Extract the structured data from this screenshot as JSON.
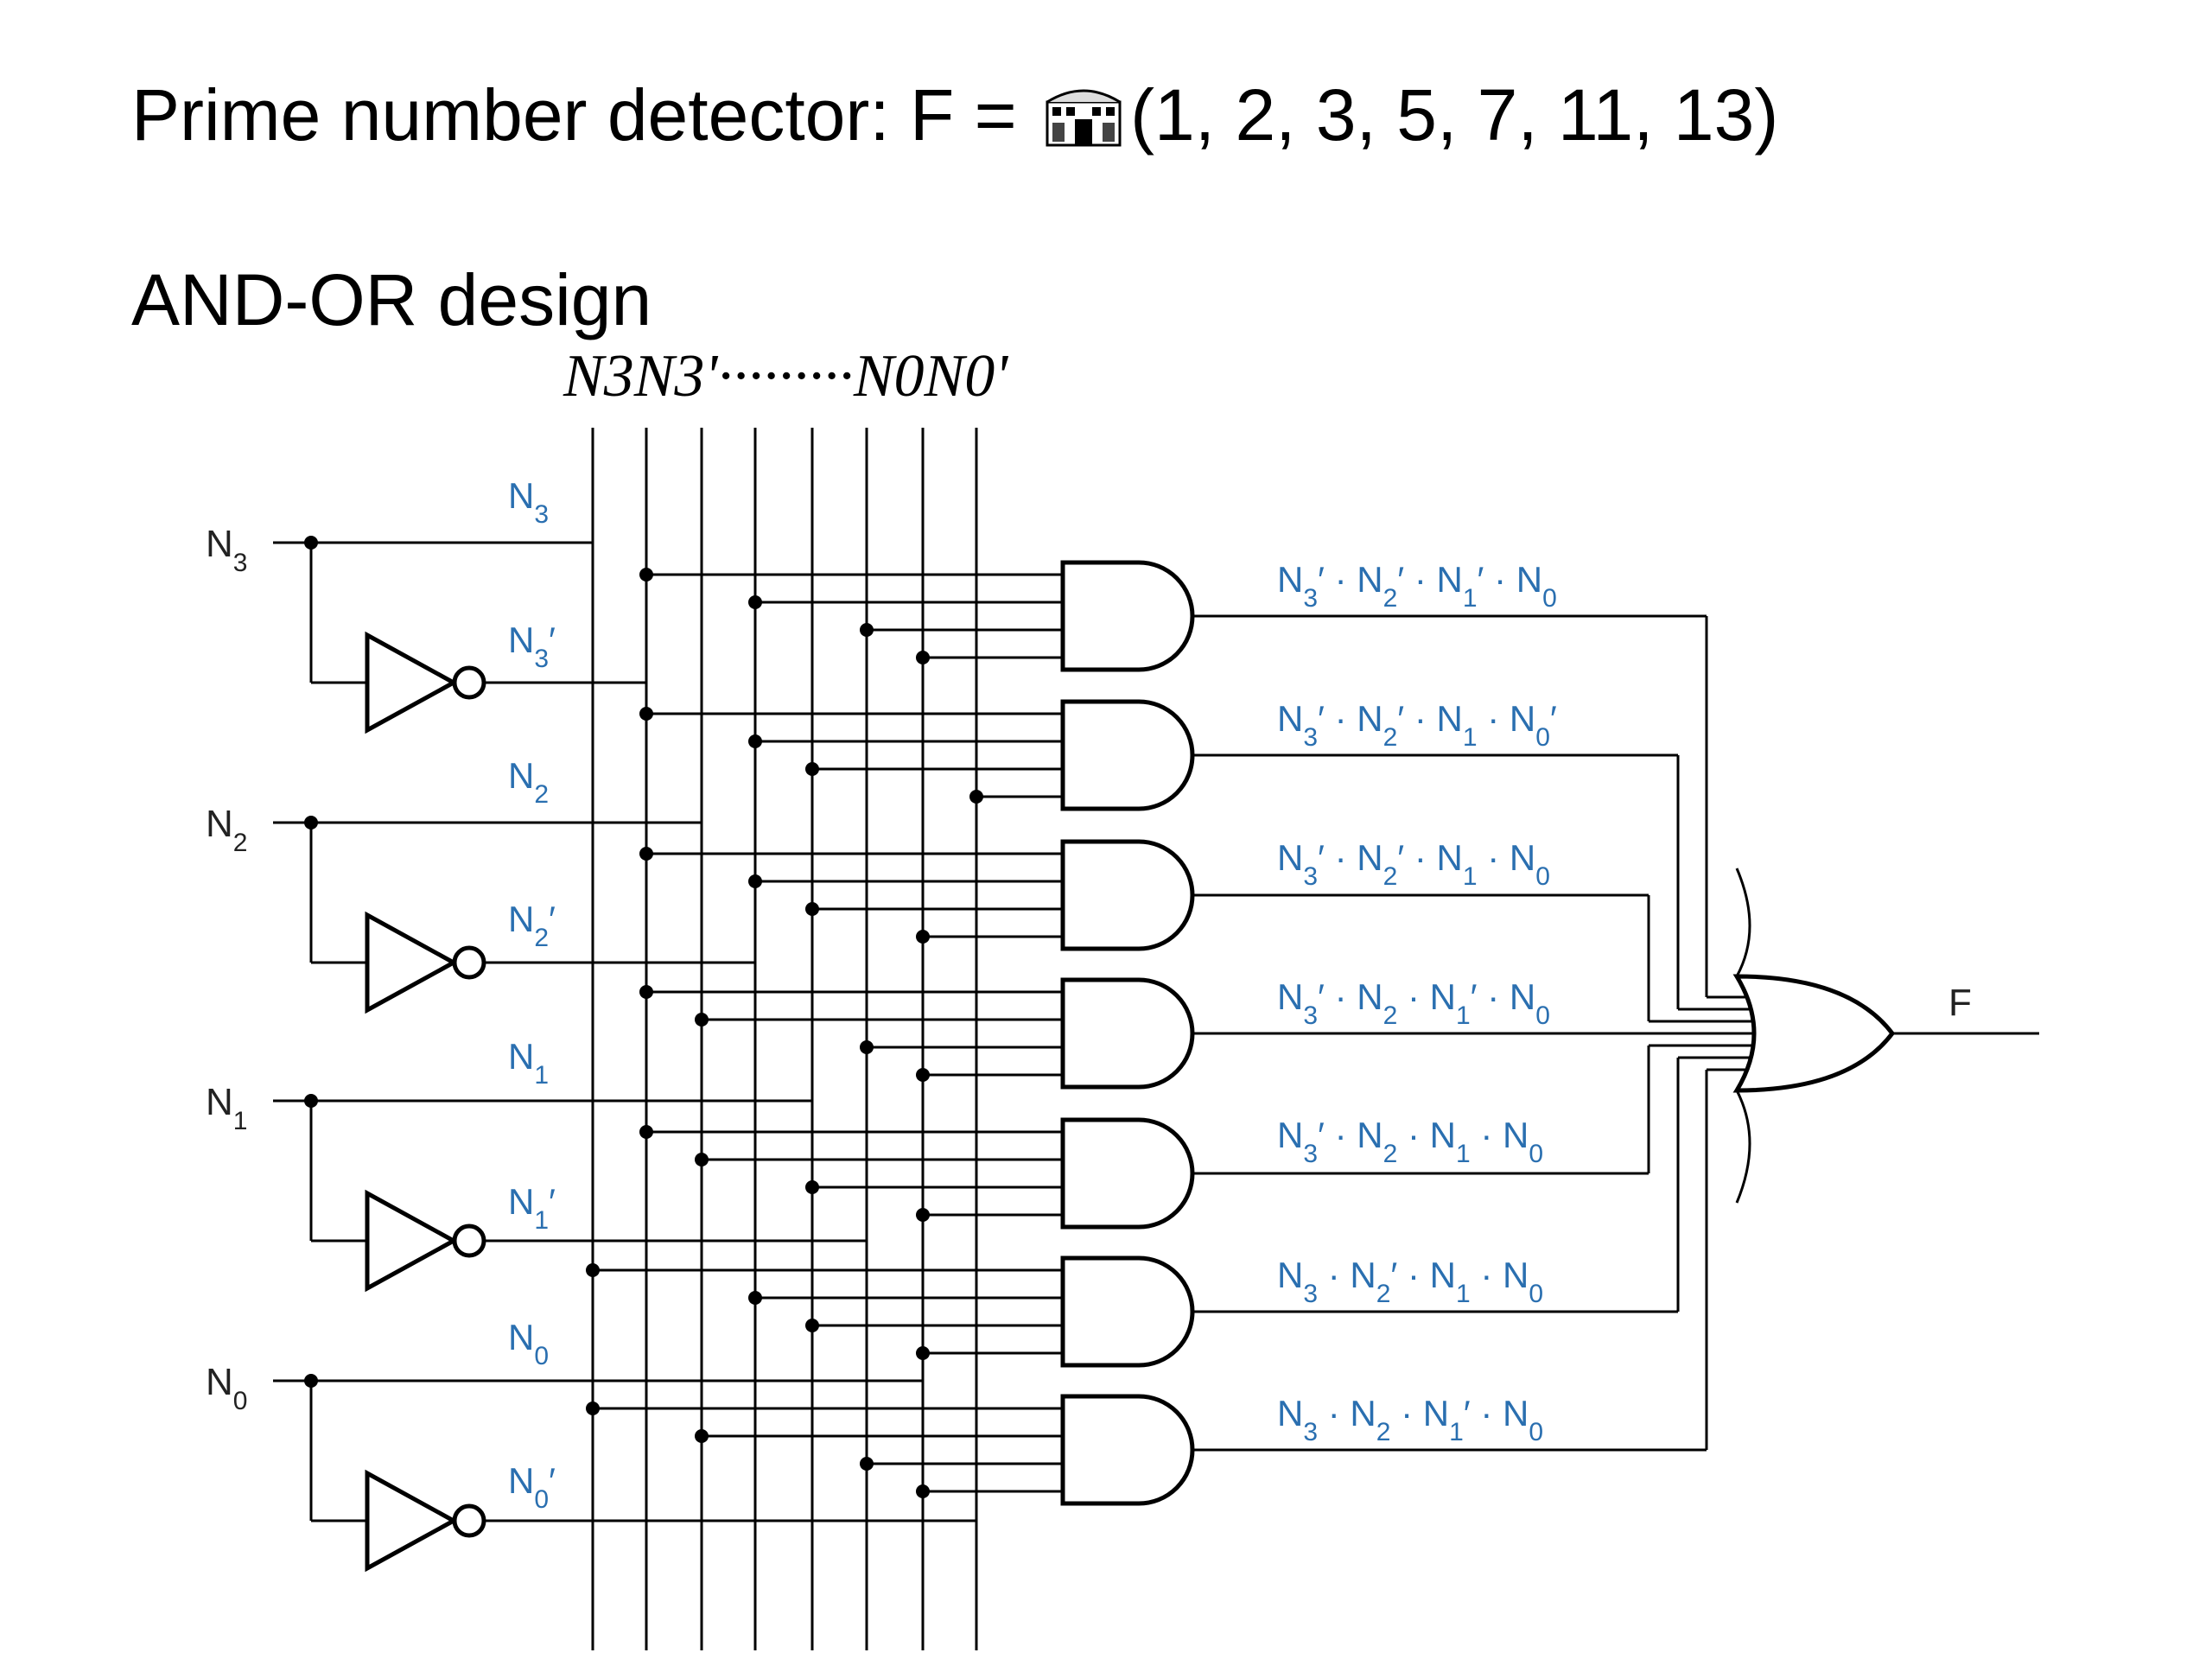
{
  "title": {
    "prefix": "Prime number detector: F = ",
    "suffix": "(1, 2, 3, 5, 7, 11, 13)",
    "icon": "stadium-icon"
  },
  "subtitle": "AND-OR design",
  "bus_header": "N3N3'·········N0N0'",
  "inputs": [
    {
      "name": "N3"
    },
    {
      "name": "N2"
    },
    {
      "name": "N1"
    },
    {
      "name": "N0"
    }
  ],
  "signal_labels": [
    "N3",
    "N3′",
    "N2",
    "N2′",
    "N1",
    "N1′",
    "N0",
    "N0′"
  ],
  "products": [
    "N3′ · N2′ · N1′ · N0",
    "N3′ · N2′ · N1 · N0′",
    "N3′ · N2′ · N1 · N0",
    "N3′ · N2 · N1′ · N0",
    "N3′ · N2 · N1 · N0",
    "N3 · N2′ · N1 · N0",
    "N3 · N2 · N1′ · N0"
  ],
  "output": "F",
  "colors": {
    "label_blue": "#2a6fb0",
    "wire": "#000000"
  }
}
